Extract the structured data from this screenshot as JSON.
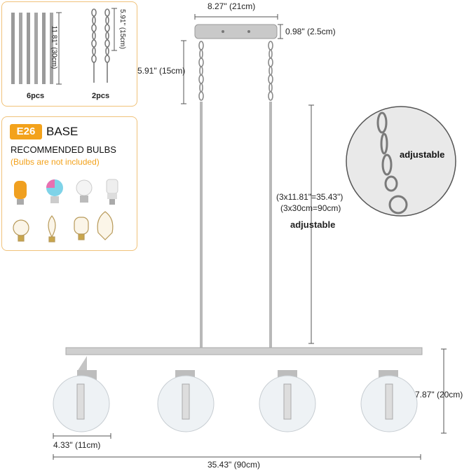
{
  "top_panel": {
    "rods_count": "6pcs",
    "chains_count": "2pcs",
    "rod_length": "11.81\" (30cm)",
    "chain_length": "5.91\" (15cm)"
  },
  "bulb_panel": {
    "socket": "E26",
    "base_label": "BASE",
    "recommended": "RECOMMENDED BULBS",
    "note": "(Bulbs are not included)"
  },
  "dimensions": {
    "canopy_width": "8.27\" (21cm)",
    "canopy_height": "0.98\" (2.5cm)",
    "chain_drop": "5.91\" (15cm)",
    "rod_total_in": "(3x11.81\"=35.43\")",
    "rod_total_cm": "(3x30cm=90cm)",
    "adjustable": "adjustable",
    "shade_height": "7.87\" (20cm)",
    "shade_width": "4.33\" (11cm)",
    "bar_length": "35.43\" (90cm)"
  },
  "detail_circle": {
    "label": "adjustable"
  },
  "colors": {
    "accent": "#f3a21b",
    "panel_border": "#f0c27a",
    "metal": "#b8b8b8"
  }
}
